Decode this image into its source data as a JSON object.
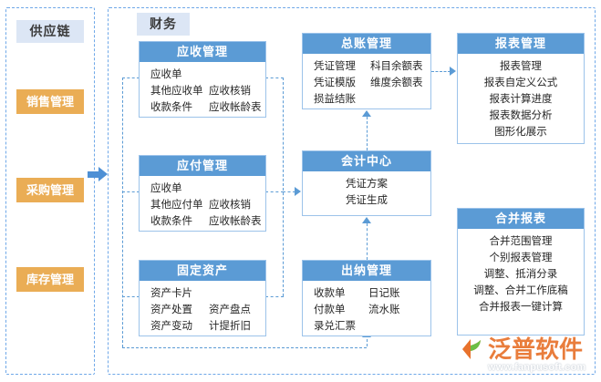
{
  "diagram": {
    "title_chips": {
      "supply_chain": "供应链",
      "finance": "财务"
    },
    "sidebar": {
      "items": [
        {
          "label": "销售管理"
        },
        {
          "label": "采购管理"
        },
        {
          "label": "库存管理"
        }
      ]
    },
    "cards": {
      "ar": {
        "title": "应收管理",
        "rows": [
          {
            "c1": "应收单",
            "c2": ""
          },
          {
            "c1": "其他应收单",
            "c2": "应收核销"
          },
          {
            "c1": "收款条件",
            "c2": "应收帐龄表"
          }
        ]
      },
      "ap": {
        "title": "应付管理",
        "rows": [
          {
            "c1": "应收单",
            "c2": ""
          },
          {
            "c1": "其他应付单",
            "c2": "应收核销"
          },
          {
            "c1": "收款条件",
            "c2": "应收帐龄表"
          }
        ]
      },
      "fa": {
        "title": "固定资产",
        "rows": [
          {
            "c1": "资产卡片",
            "c2": ""
          },
          {
            "c1": "资产处置",
            "c2": "资产盘点"
          },
          {
            "c1": "资产变动",
            "c2": "计提折旧"
          }
        ]
      },
      "gl": {
        "title": "总账管理",
        "rows": [
          {
            "c1": "凭证管理",
            "c2": "科目余额表"
          },
          {
            "c1": "凭证模版",
            "c2": "维度余额表"
          },
          {
            "c1": "损益结账",
            "c2": ""
          }
        ]
      },
      "acc": {
        "title": "会计中心",
        "rows": [
          {
            "c1": "凭证方案"
          },
          {
            "c1": "凭证生成"
          }
        ]
      },
      "cash": {
        "title": "出纳管理",
        "rows": [
          {
            "c1": "收款单",
            "c2": "日记账"
          },
          {
            "c1": "付款单",
            "c2": "流水账"
          },
          {
            "c1": "录兑汇票",
            "c2": ""
          }
        ]
      },
      "rpt": {
        "title": "报表管理",
        "rows": [
          {
            "c1": "报表管理"
          },
          {
            "c1": "报表自定义公式"
          },
          {
            "c1": "报表计算进度"
          },
          {
            "c1": "报表数据分析"
          },
          {
            "c1": "图形化展示"
          }
        ]
      },
      "cons": {
        "title": "合并报表",
        "rows": [
          {
            "c1": "合并范围管理"
          },
          {
            "c1": "个别报表管理"
          },
          {
            "c1": "调整、抵消分录"
          },
          {
            "c1": "调整、合并工作底稿"
          },
          {
            "c1": "合并报表一键计算"
          }
        ]
      }
    },
    "watermark": {
      "brand": "泛普软件",
      "url": "www.fanpusoft.com"
    },
    "colors": {
      "header_blue": "#5b9bd5",
      "card_border": "#9cc3ea",
      "chip_blue": "#dce6f5",
      "module_orange": "#eaad55",
      "connector": "#5b9bd5",
      "brand_orange": "#e8722c"
    }
  }
}
